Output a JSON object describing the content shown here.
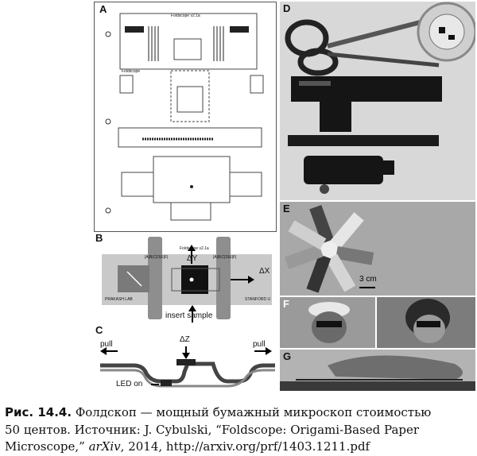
{
  "figure": {
    "panel_labels": {
      "a": "A",
      "b": "B",
      "c": "C",
      "d": "D",
      "e": "E",
      "f": "F",
      "g": "G"
    },
    "panel_a": {
      "sheet_title": "Foldscope v2.1a",
      "strip_tag": "Foldscope"
    },
    "panel_b": {
      "version": "Foldscope v2.1a",
      "dy": "ΔY",
      "dx": "ΔX",
      "lab_left": "PRAKASH LAB",
      "lab_right": "STANFORD U",
      "letters": "|A|B|C|D|E|F|",
      "insert_sample": "insert sample"
    },
    "panel_c": {
      "pull_left": "pull",
      "pull_right": "pull",
      "dz": "ΔZ",
      "led_on": "LED on"
    },
    "panel_e": {
      "scale": "3 cm"
    }
  },
  "caption": {
    "label": "Рис. 14.4.",
    "line1": "Фолдскоп — мощный бумажный микроскоп стоимостью",
    "line2": "50 центов. Источник: J. Cybulski, “Foldscope: Origami-Based Paper",
    "line3_pre": "Microscope,”",
    "line3_journal": "arXiv",
    "line3_post": ", 2014, http://arxiv.org/prf/1403.1211.pdf"
  },
  "colors": {
    "photo_gray": "#bfbfbf",
    "dark": "#222222",
    "panel_b_bg": "#c9c9c9"
  }
}
